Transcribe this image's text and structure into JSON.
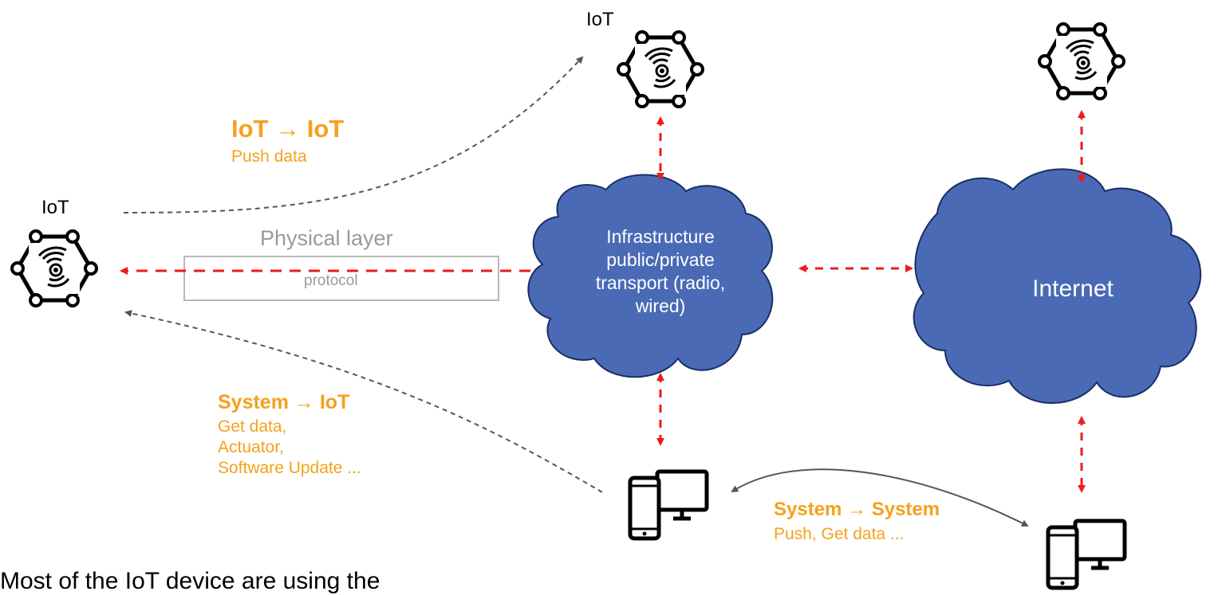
{
  "colors": {
    "cloud_fill": "#4a6ab5",
    "cloud_stroke": "#1a2e66",
    "arrow_red": "#ee1b1b",
    "arrow_grey": "#555555",
    "accent_orange": "#f4a21b",
    "box_grey": "#b9b9b9"
  },
  "icons": {
    "iot_device": "iot-hexagon-wireless-icon",
    "system_device": "phone-and-monitor-icon"
  },
  "nodes": {
    "iot_left_label": "IoT",
    "iot_top_label": "IoT",
    "infrastructure_lines": [
      "Infrastructure",
      "public/private",
      "transport (radio,",
      "wired)"
    ],
    "internet_label": "Internet",
    "physical_layer_label": "Physical layer",
    "protocol_label": "protocol"
  },
  "flows": {
    "iot_to_iot": {
      "title": "IoT → IoT",
      "lines": [
        "Push data"
      ]
    },
    "system_to_iot": {
      "title": "System →  IoT",
      "lines": [
        "Get data,",
        "Actuator,",
        "Software Update ..."
      ]
    },
    "system_to_system": {
      "title": "System → System",
      "lines": [
        "Push, Get  data ..."
      ]
    }
  },
  "footer_partial_text": "Most of the IoT device are using the"
}
